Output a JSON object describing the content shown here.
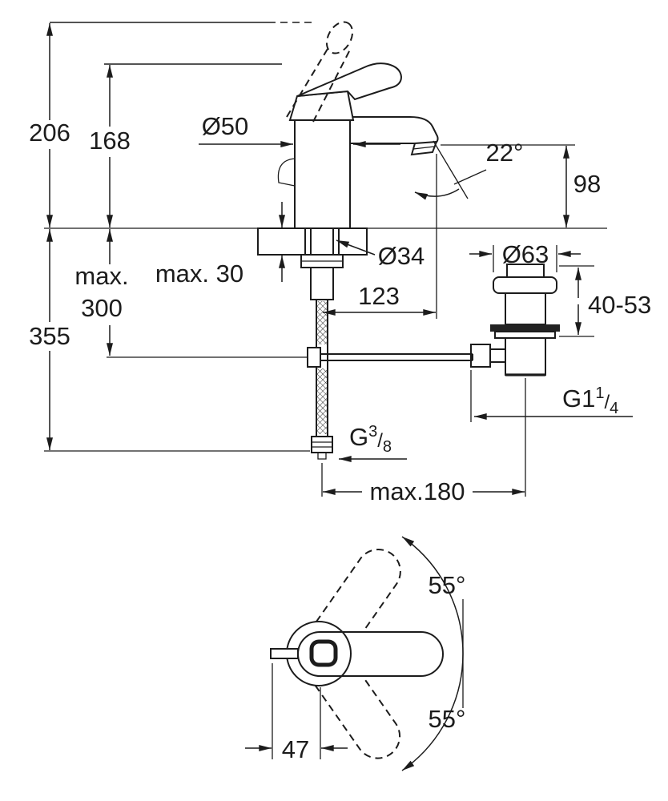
{
  "colors": {
    "ink": "#1c1c1c",
    "paper": "#ffffff"
  },
  "side_view": {
    "dim_overall_height": "206",
    "dim_lever_height": "168",
    "dim_body_diameter": "Ø50",
    "dim_spout_angle": "22°",
    "dim_outlet_height": "98",
    "dim_max_word": "max.",
    "dim_hose_drop": "300",
    "dim_deck_thickness": "max. 30",
    "dim_total_below_deck": "355",
    "dim_hole_diameter": "Ø34",
    "dim_spout_reach": "123",
    "dim_waste_flange_diameter": "Ø63",
    "dim_waste_clamping_range": "40-53",
    "waste_thread": {
      "base": "G1",
      "numerator": "1",
      "slash": "/",
      "denominator": "4"
    },
    "hose_thread": {
      "base": "G",
      "numerator": "3",
      "slash": "/",
      "denominator": "8"
    },
    "dim_rod_reach": "max.180"
  },
  "top_view": {
    "dim_swing_upper": "55°",
    "dim_swing_lower": "55°",
    "dim_handle_offset": "47"
  }
}
